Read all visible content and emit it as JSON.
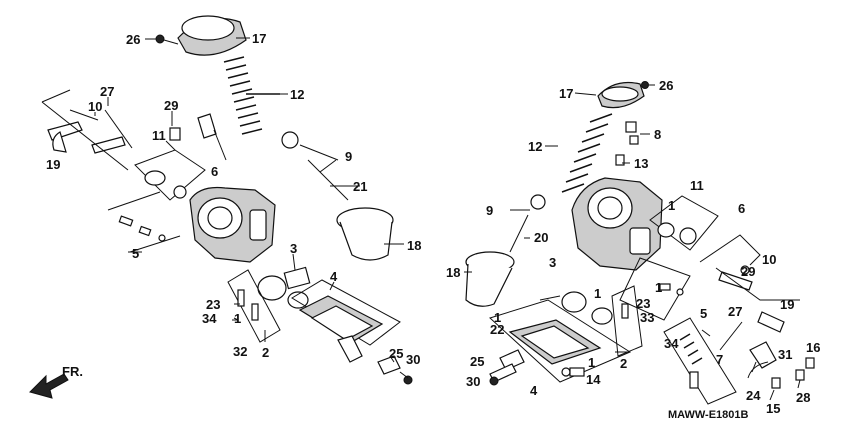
{
  "diagram": {
    "code": "MAWW-E1801B",
    "direction_label": "FR.",
    "left_labels": {
      "l26": "26",
      "l17": "17",
      "l12": "12",
      "l27": "27",
      "l10": "10",
      "l29": "29",
      "l11": "11",
      "l9": "9",
      "l19": "19",
      "l6": "6",
      "l21": "21",
      "l5": "5",
      "l18": "18",
      "l3": "3",
      "l4": "4",
      "l23": "23",
      "l34": "34",
      "l1": "1",
      "l32": "32",
      "l2": "2",
      "l25": "25",
      "l30": "30"
    },
    "right_labels": {
      "r17": "17",
      "r26": "26",
      "r8": "8",
      "r12": "12",
      "r13": "13",
      "r11": "11",
      "r9": "9",
      "r1a": "1",
      "r6": "6",
      "r20": "20",
      "r10": "10",
      "r18": "18",
      "r3": "3",
      "r1b": "1",
      "r29": "29",
      "r1c": "1",
      "r19": "19",
      "r23": "23",
      "r5": "5",
      "r27": "27",
      "r1d": "1",
      "r33": "33",
      "r22": "22",
      "r34": "34",
      "r7": "7",
      "r31": "31",
      "r16": "16",
      "r25": "25",
      "r1e": "1",
      "r14": "14",
      "r2": "2",
      "r30": "30",
      "r4": "4",
      "r24": "24",
      "r28": "28",
      "r15": "15"
    }
  }
}
